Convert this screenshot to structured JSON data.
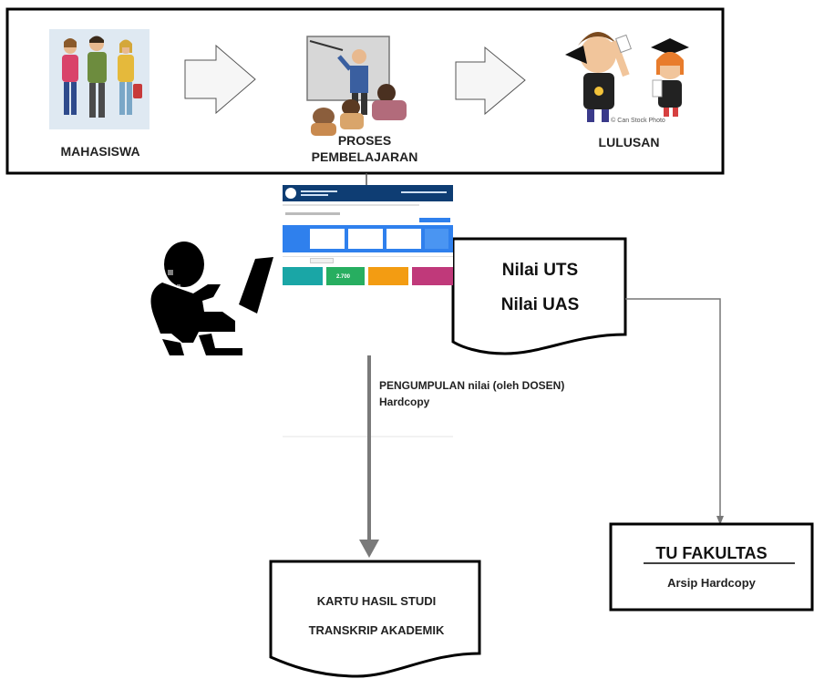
{
  "stages": {
    "mahasiswa": "MAHASISWA",
    "proses_line1": "PROSES",
    "proses_line2": "PEMBELAJARAN",
    "lulusan": "LULUSAN",
    "photo_credit": "© Can Stock Photo"
  },
  "nilai": {
    "uts": "Nilai UTS",
    "uas": "Nilai UAS"
  },
  "pengumpulan": {
    "line1": "PENGUMPULAN nilai (oleh DOSEN)",
    "line2": "Hardcopy"
  },
  "output_doc": {
    "line1": "KARTU HASIL STUDI",
    "line2": "TRANSKRIP AKADEMIK"
  },
  "tu": {
    "title": "TU FAKULTAS",
    "subtitle": "Arsip Hardcopy"
  },
  "dashboard": {
    "stat_value_1": "2.700",
    "colors": {
      "header": "#0e3d73",
      "accent": "#2f80ed",
      "teal": "#1aa6a6",
      "green": "#27ae60",
      "orange": "#f39c12",
      "magenta": "#c0397a"
    }
  }
}
